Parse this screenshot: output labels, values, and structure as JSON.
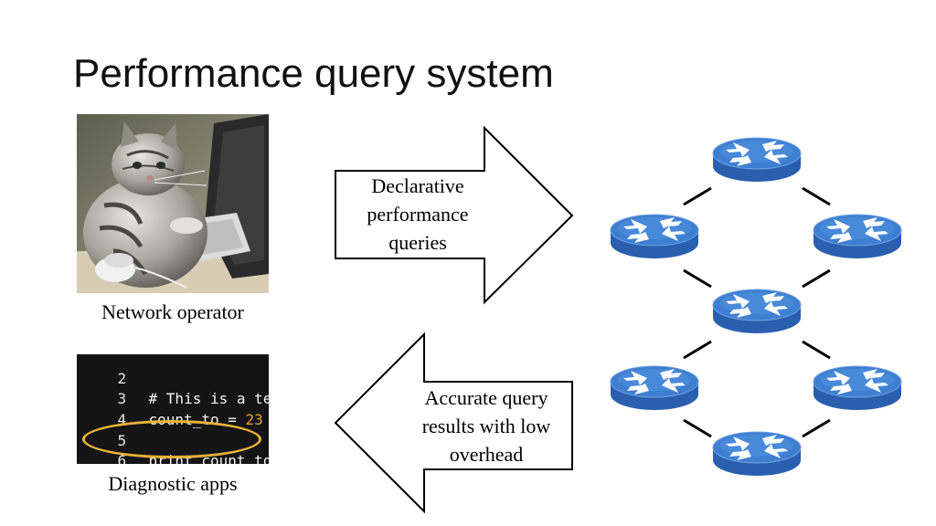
{
  "slide": {
    "title": "Performance query system"
  },
  "operator": {
    "caption": "Network operator"
  },
  "apps": {
    "caption": "Diagnostic apps",
    "code_lines": [
      {
        "num": "2",
        "text": ""
      },
      {
        "num": "3",
        "text": "# This is a test"
      },
      {
        "num": "4",
        "text": "count_to = ",
        "literal": "23",
        "tail": " +"
      },
      {
        "num": "5",
        "text": ""
      },
      {
        "num": "6",
        "text": "print count_to"
      }
    ]
  },
  "arrows": {
    "down_stream": {
      "line1": "Declarative",
      "line2": "performance",
      "line3": "queries"
    },
    "up_stream": {
      "line1": "Accurate query",
      "line2": "results with low",
      "line3": "overhead"
    }
  },
  "colors": {
    "router_top": "#3f7fd1",
    "router_side": "#2a5fae",
    "ellipse": "#e8b23a"
  }
}
